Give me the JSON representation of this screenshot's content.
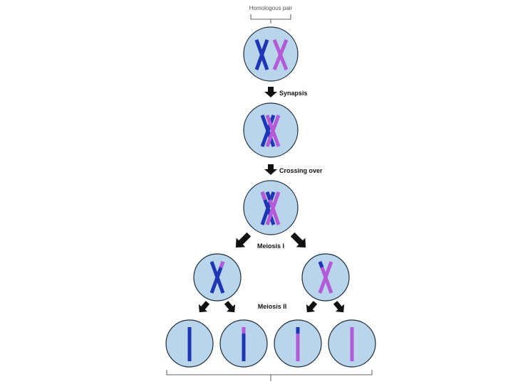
{
  "labels": {
    "homologous_pair": "Homologous pair",
    "synapsis": "Synapsis",
    "crossing_over": "Crossing over",
    "meiosis_1": "Meiosis I",
    "meiosis_2": "Meiosis II"
  },
  "colors": {
    "cell_fill": "#b9d5ec",
    "cell_stroke": "#1f2d3a",
    "chromosome_blue": "#1f36b4",
    "chromosome_purple": "#b45ad8",
    "arrow": "#111111"
  }
}
